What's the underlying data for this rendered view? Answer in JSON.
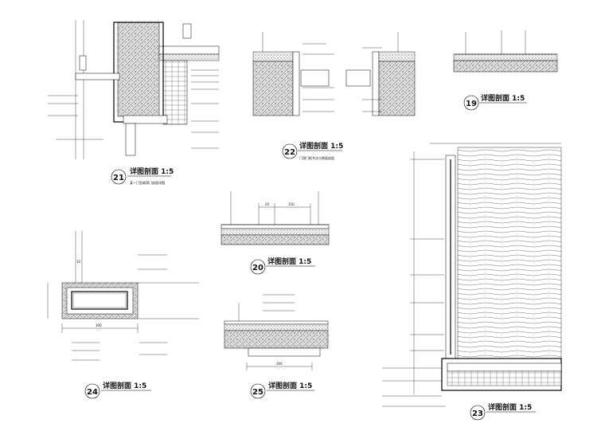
{
  "details": [
    {
      "number": "21",
      "title": "详图剖面 1:5",
      "subtitle": "某一门型暗洞门剖面详图"
    },
    {
      "number": "22",
      "title": "详图剖面 1:5",
      "subtitle": "门洞门框节点与侧面剖面"
    },
    {
      "number": "19",
      "title": "详图剖面 1:5",
      "subtitle": ""
    },
    {
      "number": "20",
      "title": "详图剖面 1:5",
      "subtitle": ""
    },
    {
      "number": "24",
      "title": "详图剖面 1:5",
      "subtitle": ""
    },
    {
      "number": "25",
      "title": "详图剖面 1:5",
      "subtitle": ""
    },
    {
      "number": "23",
      "title": "详图剖面 1:5",
      "subtitle": ""
    }
  ],
  "dimensions": {
    "d24_width": "300",
    "d25_width": "300",
    "d20_a": "20",
    "d20_b": "150",
    "d24_h": "10"
  }
}
